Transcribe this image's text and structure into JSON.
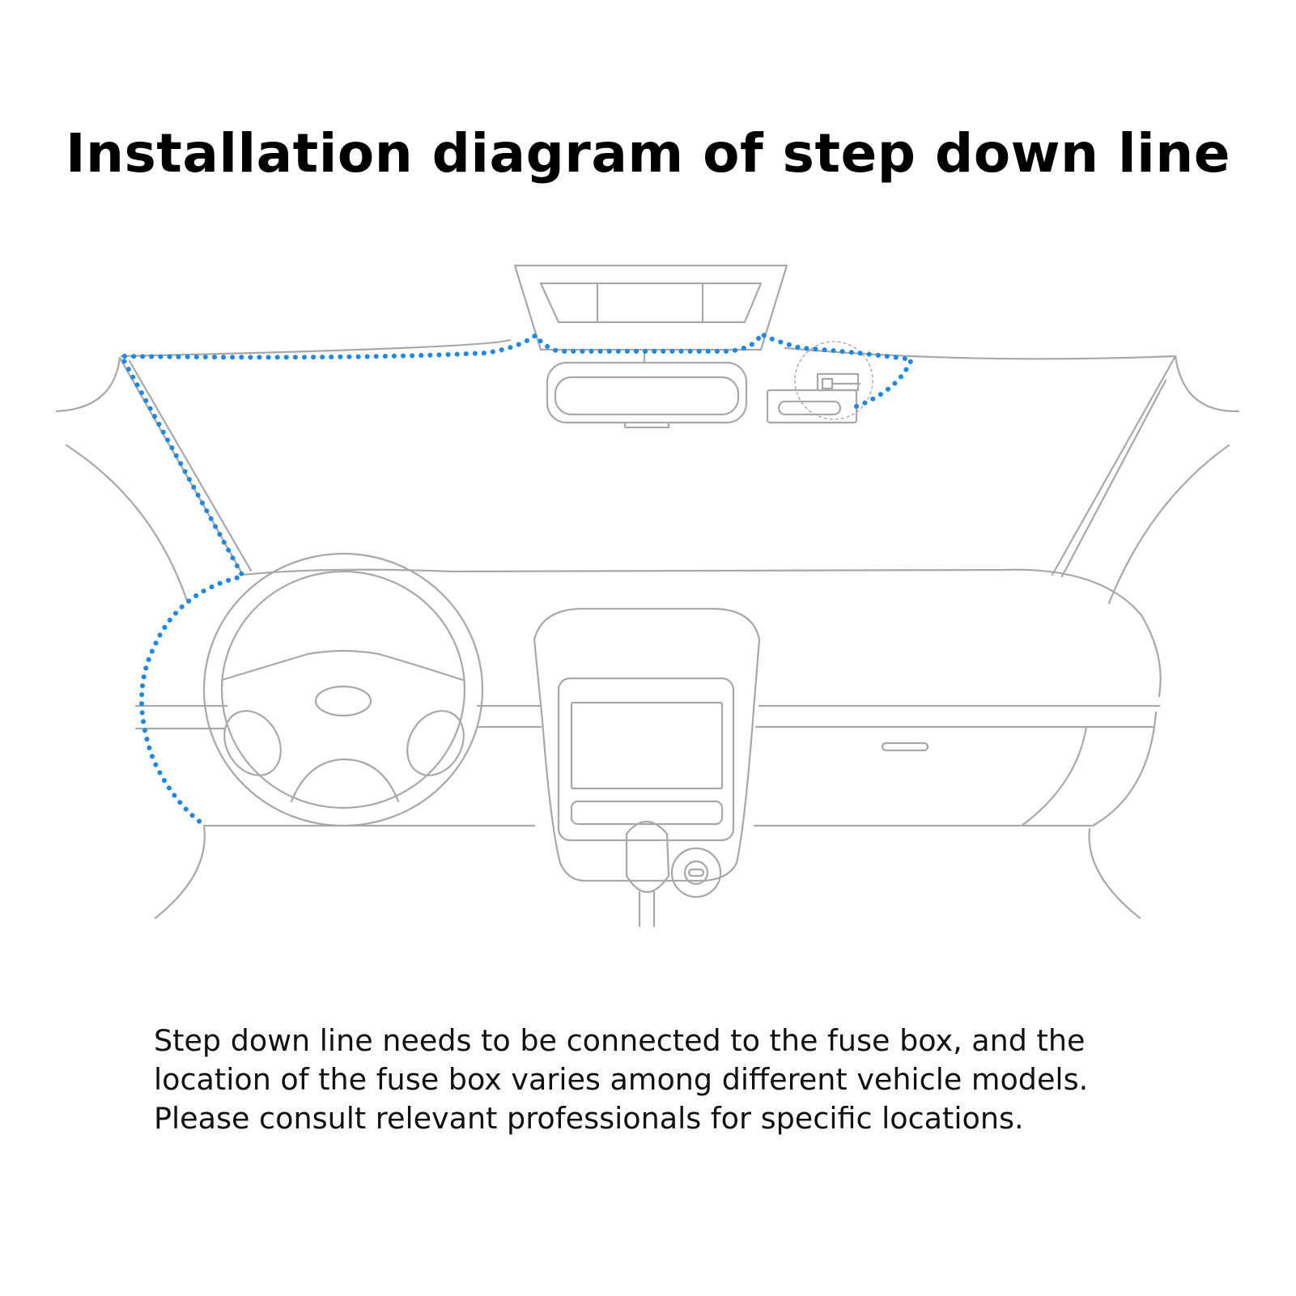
{
  "title": "Installation diagram of step down line",
  "caption": {
    "lines": [
      "Step down line needs to be connected to the fuse box, and the",
      "location of the fuse box varies among different vehicle models.",
      "Please consult relevant professionals for specific locations."
    ]
  },
  "colors": {
    "outline": "#a8a8a8",
    "cable": "#1e88e5",
    "text": "#111111"
  }
}
